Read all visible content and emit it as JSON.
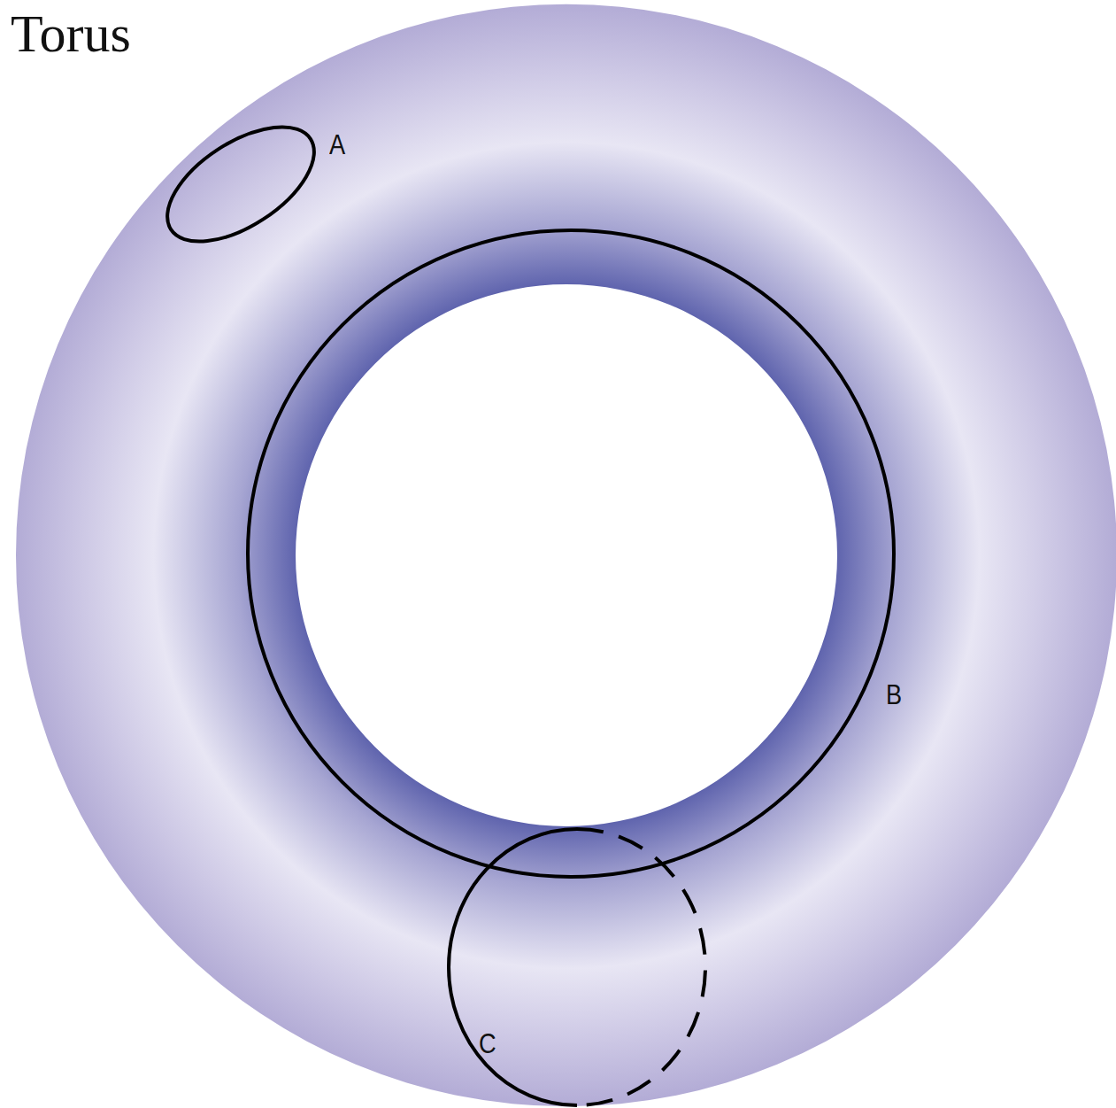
{
  "diagram": {
    "title": "Torus",
    "labels": [
      "A",
      "B",
      "C"
    ]
  }
}
